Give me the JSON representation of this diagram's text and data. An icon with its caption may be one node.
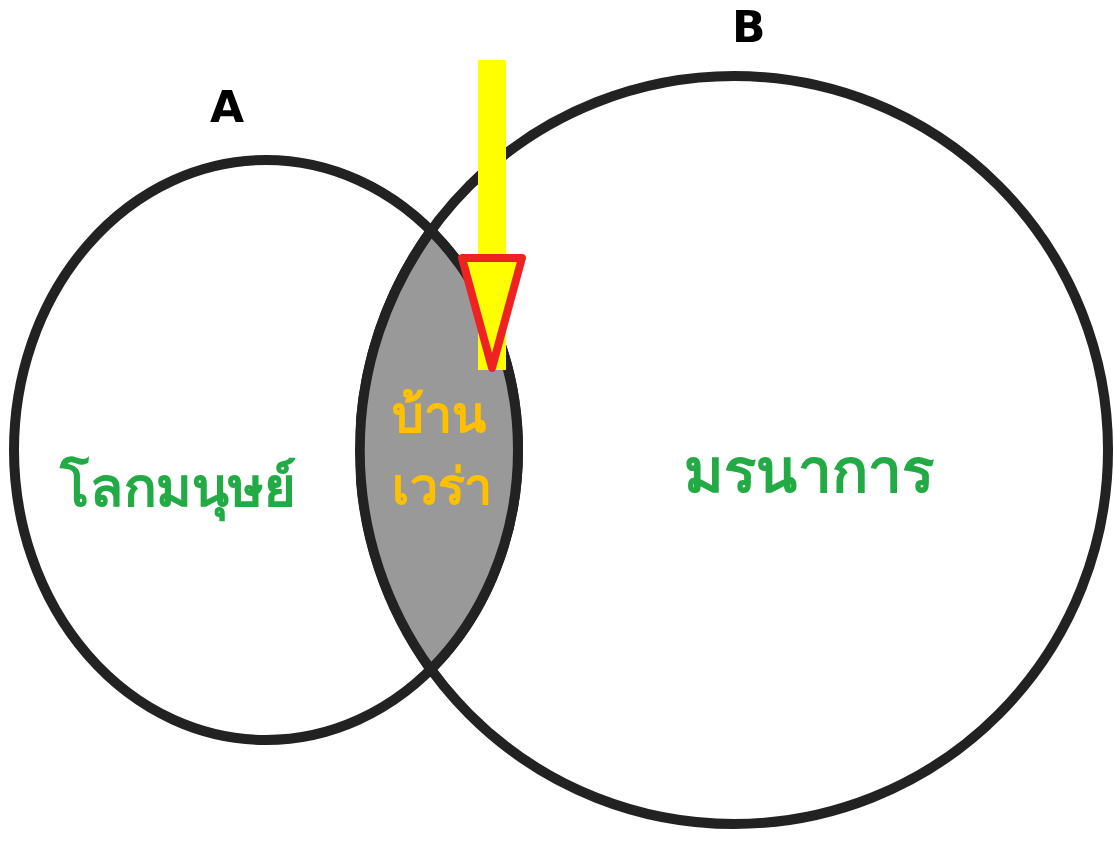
{
  "diagram": {
    "nodes": [
      {
        "text": [
          "A",
          "โลกมนุษย์"
        ]
      },
      {
        "text": [
          "B",
          "มรนาการ"
        ]
      },
      {
        "text": [
          "บ้านเวร่า"
        ]
      }
    ],
    "edges": [
      {
        "from": null,
        "to": 2,
        "arrow": "to",
        "color": "#ffff00"
      }
    ]
  }
}
